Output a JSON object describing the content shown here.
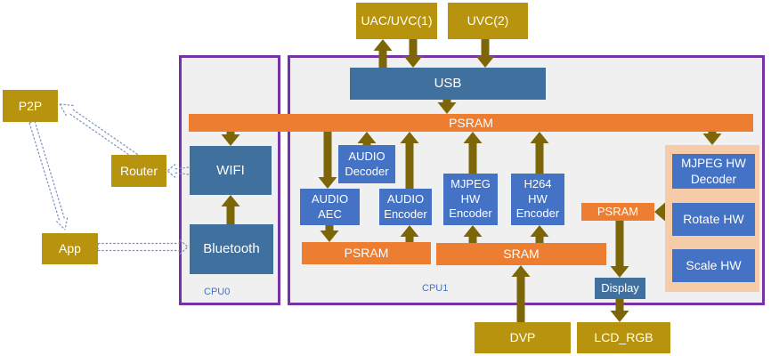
{
  "colors": {
    "gold": "#B8930D",
    "solid_arrow": "#7D6608",
    "orange": "#ED7D31",
    "peach": "#F5CBA8",
    "purple_border": "#7633A8",
    "blue_bright": "#4472C4",
    "blue_muted": "#40709E",
    "dashed_connector": "#7C90C0",
    "container_bg": "#F1F0F0",
    "cpu_label_text": "#4472C4"
  },
  "external": {
    "uac_uvc1": "UAC/UVC(1)",
    "uvc2": "UVC(2)",
    "p2p": "P2P",
    "router": "Router",
    "app": "App",
    "dvp": "DVP",
    "lcd_rgb": "LCD_RGB"
  },
  "cpu0": {
    "label": "CPU0",
    "wifi": "WIFI",
    "bluetooth": "Bluetooth"
  },
  "cpu1": {
    "label": "CPU1",
    "usb": "USB",
    "psram_bus": "PSRAM",
    "audio_decoder": "AUDIO Decoder",
    "audio_aec": "AUDIO AEC",
    "audio_encoder": "AUDIO Encoder",
    "mjpeg_hw_encoder": "MJPEG HW Encoder",
    "h264_hw_encoder": "H264 HW Encoder",
    "psram_left": "PSRAM",
    "sram": "SRAM",
    "psram_right": "PSRAM",
    "mjpeg_hw_decoder": "MJPEG HW Decoder",
    "rotate_hw": "Rotate HW",
    "scale_hw": "Scale HW",
    "display": "Display"
  }
}
